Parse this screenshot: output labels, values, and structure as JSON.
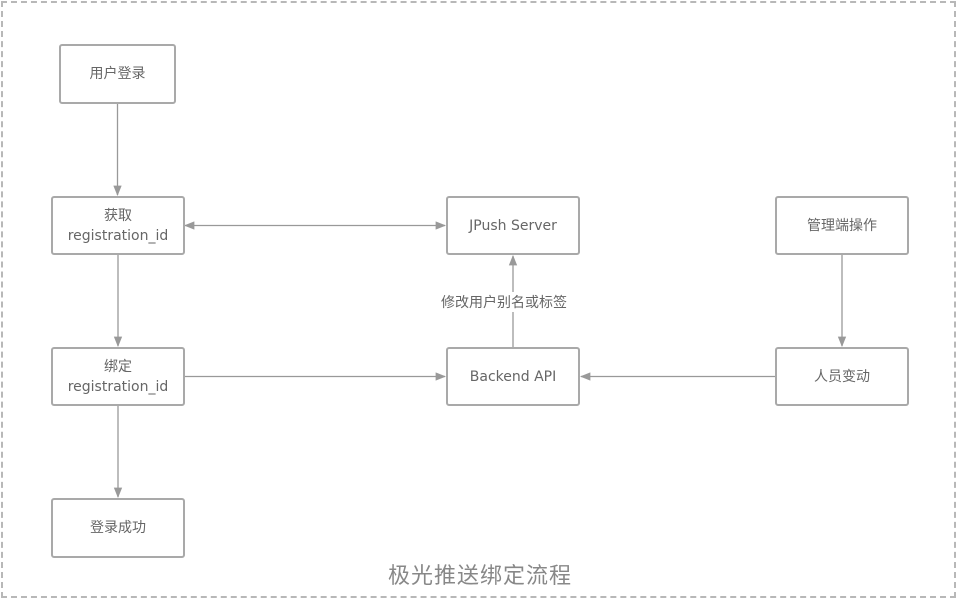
{
  "diagram": {
    "title": "极光推送绑定流程",
    "nodes": {
      "user_login": {
        "lines": [
          "用户登录"
        ]
      },
      "get_reg_id": {
        "lines": [
          "获取",
          "registration_id"
        ]
      },
      "bind_reg_id": {
        "lines": [
          "绑定",
          "registration_id"
        ]
      },
      "login_success": {
        "lines": [
          "登录成功"
        ]
      },
      "jpush_server": {
        "lines": [
          "JPush Server"
        ]
      },
      "backend_api": {
        "lines": [
          "Backend API"
        ]
      },
      "admin_op": {
        "lines": [
          "管理端操作"
        ]
      },
      "staff_change": {
        "lines": [
          "人员变动"
        ]
      }
    },
    "edges": [
      {
        "from": "user_login",
        "to": "get_reg_id",
        "label": ""
      },
      {
        "from": "get_reg_id",
        "to": "bind_reg_id",
        "label": ""
      },
      {
        "from": "bind_reg_id",
        "to": "login_success",
        "label": ""
      },
      {
        "from": "get_reg_id",
        "to": "jpush_server",
        "label": "",
        "bidirectional": true
      },
      {
        "from": "bind_reg_id",
        "to": "backend_api",
        "label": ""
      },
      {
        "from": "backend_api",
        "to": "jpush_server",
        "label": "修改用户别名或标签"
      },
      {
        "from": "admin_op",
        "to": "staff_change",
        "label": ""
      },
      {
        "from": "staff_change",
        "to": "backend_api",
        "label": ""
      }
    ],
    "colors": {
      "border": "#a9a9a9",
      "edge": "#999999",
      "text": "#666666",
      "frame": "#b8b8b8"
    }
  }
}
